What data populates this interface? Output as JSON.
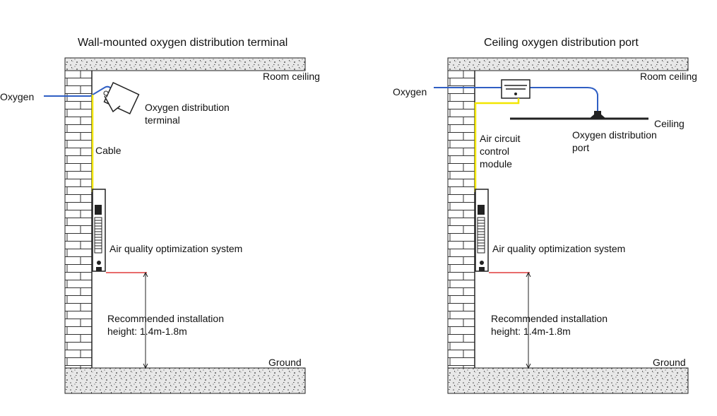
{
  "left": {
    "title": "Wall-mounted oxygen distribution terminal",
    "room_ceiling": "Room ceiling",
    "oxygen": "Oxygen",
    "terminal": "Oxygen distribution terminal",
    "cable": "Cable",
    "system": "Air quality optimization system",
    "install_line1": "Recommended installation",
    "install_line2": "height: 1.4m-1.8m",
    "ground": "Ground"
  },
  "right": {
    "title": "Ceiling oxygen distribution port",
    "room_ceiling": "Room ceiling",
    "oxygen": "Oxygen",
    "ceiling": "Ceiling",
    "port": "Oxygen distribution port",
    "module": "Air circuit control module",
    "system": "Air quality optimization system",
    "install_line1": "Recommended installation",
    "install_line2": "height: 1.4m-1.8m",
    "ground": "Ground"
  },
  "colors": {
    "oxygen_pipe": "#2f5fc4",
    "cable": "#f2e600",
    "height_marker": "#e03c3c",
    "structure": "#222222"
  }
}
